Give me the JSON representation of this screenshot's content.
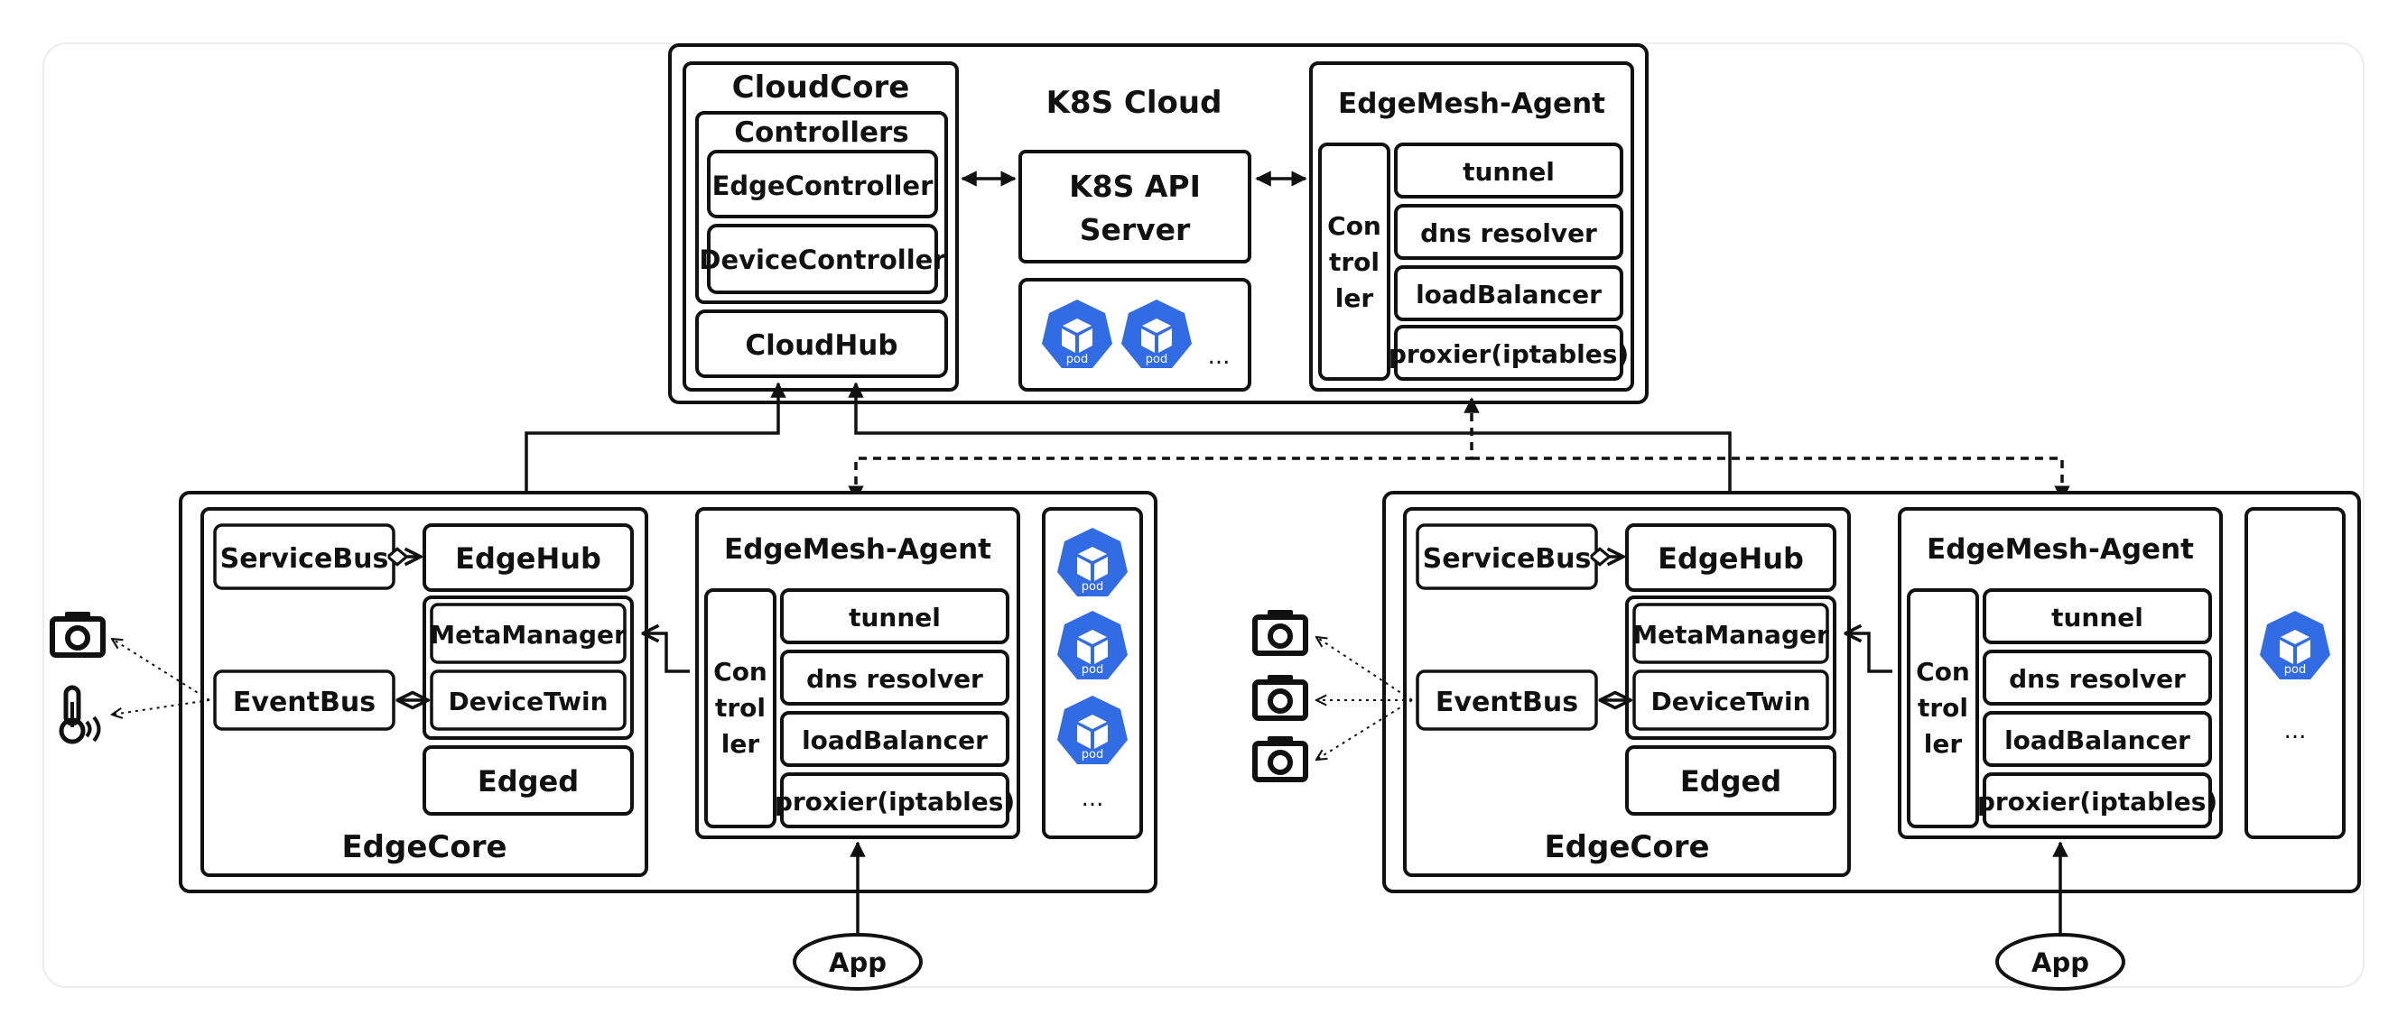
{
  "cloud": {
    "title": "K8S Cloud",
    "cloudcore": {
      "title": "CloudCore",
      "controllers": {
        "title": "Controllers",
        "items": [
          "EdgeController",
          "DeviceController"
        ]
      },
      "cloudhub": "CloudHub"
    },
    "api_server": {
      "line1": "K8S API",
      "line2": "Server"
    },
    "pods": {
      "label": "pod",
      "more": "..."
    },
    "edgemesh": {
      "title": "EdgeMesh-Agent",
      "controller": [
        "Con",
        "trol",
        "ler"
      ],
      "modules": [
        "tunnel",
        "dns resolver",
        "loadBalancer",
        "proxier(iptables)"
      ]
    }
  },
  "edge_nodes": [
    {
      "edgecore": {
        "title": "EdgeCore",
        "servicebus": "ServiceBus",
        "edgehub": "EdgeHub",
        "metamanager": "MetaManager",
        "devicetwin": "DeviceTwin",
        "eventbus": "EventBus",
        "edged": "Edged"
      },
      "edgemesh": {
        "title": "EdgeMesh-Agent",
        "controller": [
          "Con",
          "trol",
          "ler"
        ],
        "modules": [
          "tunnel",
          "dns resolver",
          "loadBalancer",
          "proxier(iptables)"
        ]
      },
      "pods": {
        "label": "pod",
        "count": 3,
        "more": "..."
      },
      "devices": [
        "camera-icon",
        "thermometer-icon"
      ],
      "app": "App"
    },
    {
      "edgecore": {
        "title": "EdgeCore",
        "servicebus": "ServiceBus",
        "edgehub": "EdgeHub",
        "metamanager": "MetaManager",
        "devicetwin": "DeviceTwin",
        "eventbus": "EventBus",
        "edged": "Edged"
      },
      "edgemesh": {
        "title": "EdgeMesh-Agent",
        "controller": [
          "Con",
          "trol",
          "ler"
        ],
        "modules": [
          "tunnel",
          "dns resolver",
          "loadBalancer",
          "proxier(iptables)"
        ]
      },
      "pods": {
        "label": "pod",
        "count": 1,
        "more": "..."
      },
      "devices": [
        "camera-icon",
        "camera-icon",
        "camera-icon"
      ],
      "app": "App"
    }
  ],
  "colors": {
    "pod": "#326ce5",
    "stroke": "#111111"
  }
}
